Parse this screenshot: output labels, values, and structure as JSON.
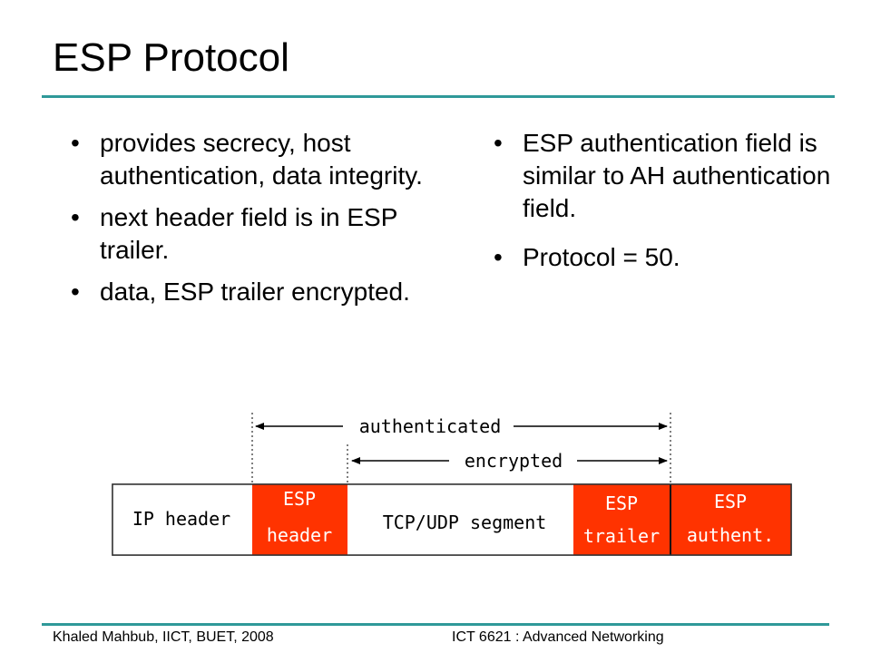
{
  "title": "ESP Protocol",
  "left_bullets": [
    "provides secrecy, host authentication, data integrity.",
    "next header field is in ESP trailer.",
    "data, ESP trailer encrypted."
  ],
  "right_bullets": [
    "ESP authentication field is similar to AH authentication field.",
    "Protocol = 50."
  ],
  "diagram": {
    "authenticated_label": "authenticated",
    "encrypted_label": "encrypted",
    "ip_header": "IP header",
    "esp_header_line1": "ESP",
    "esp_header_line2": "header",
    "tcp_udp": "TCP/UDP segment",
    "esp_trailer_line1": "ESP",
    "esp_trailer_line2": "trailer",
    "esp_authent_line1": "ESP",
    "esp_authent_line2": "authent.",
    "colors": {
      "highlight": "#ff3300",
      "box_border": "#333333"
    }
  },
  "footer": {
    "left": "Khaled Mahbub, IICT, BUET, 2008",
    "right": "ICT 6621 : Advanced Networking"
  }
}
